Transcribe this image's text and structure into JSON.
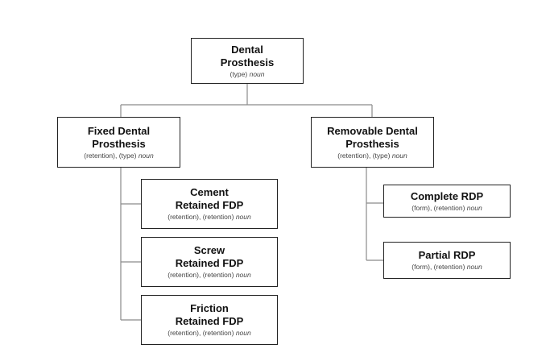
{
  "diagram": {
    "nodes": {
      "root": {
        "title": "Dental\nProsthesis",
        "qualifier": "(type)",
        "pos": "noun"
      },
      "fixed": {
        "title": "Fixed Dental\nProsthesis",
        "qualifier": "(retention), (type)",
        "pos": "noun"
      },
      "removable": {
        "title": "Removable Dental\nProsthesis",
        "qualifier": "(retention), (type)",
        "pos": "noun"
      },
      "cement": {
        "title": "Cement\nRetained FDP",
        "qualifier": "(retention), (retention)",
        "pos": "noun"
      },
      "screw": {
        "title": "Screw\nRetained FDP",
        "qualifier": "(retention), (retention)",
        "pos": "noun"
      },
      "friction": {
        "title": "Friction\nRetained FDP",
        "qualifier": "(retention), (retention)",
        "pos": "noun"
      },
      "complete": {
        "title": "Complete RDP",
        "qualifier": "(form), (retention)",
        "pos": "noun"
      },
      "partial": {
        "title": "Partial RDP",
        "qualifier": "(form), (retention)",
        "pos": "noun"
      }
    },
    "edges": [
      [
        "root",
        "fixed"
      ],
      [
        "root",
        "removable"
      ],
      [
        "fixed",
        "cement"
      ],
      [
        "fixed",
        "screw"
      ],
      [
        "fixed",
        "friction"
      ],
      [
        "removable",
        "complete"
      ],
      [
        "removable",
        "partial"
      ]
    ],
    "colors": {
      "box_border": "#222222",
      "connector": "#8a8a8a",
      "text": "#111111",
      "subtext": "#444444"
    }
  }
}
